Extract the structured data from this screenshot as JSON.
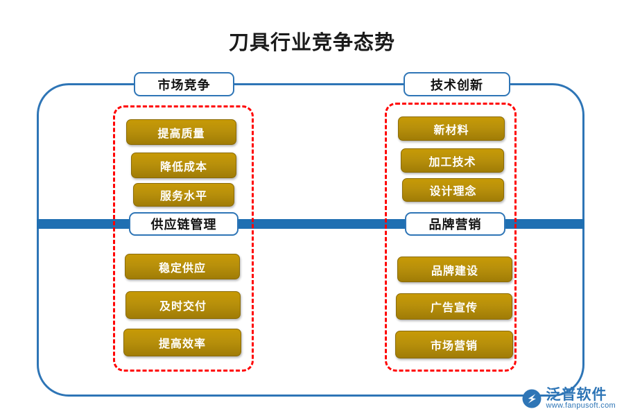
{
  "title": "刀具行业竞争态势",
  "sections": [
    {
      "id": "market-competition",
      "header": "市场竞争",
      "items": [
        "提高质量",
        "降低成本",
        "服务水平"
      ]
    },
    {
      "id": "technology-innovation",
      "header": "技术创新",
      "items": [
        "新材料",
        "加工技术",
        "设计理念"
      ]
    },
    {
      "id": "supply-chain-management",
      "header": "供应链管理",
      "items": [
        "稳定供应",
        "及时交付",
        "提高效率"
      ]
    },
    {
      "id": "brand-marketing",
      "header": "品牌营销",
      "items": [
        "品牌建设",
        "广告宣传",
        "市场营销"
      ]
    }
  ],
  "logo": {
    "name": "泛普软件",
    "url": "www.fanpusoft.com"
  },
  "colors": {
    "frame_blue": "#2e75b6",
    "bar_blue": "#1f6fb2",
    "dashed_red": "#ff0000",
    "gold": "#b8900b",
    "title_text": "#1a1a1a"
  }
}
